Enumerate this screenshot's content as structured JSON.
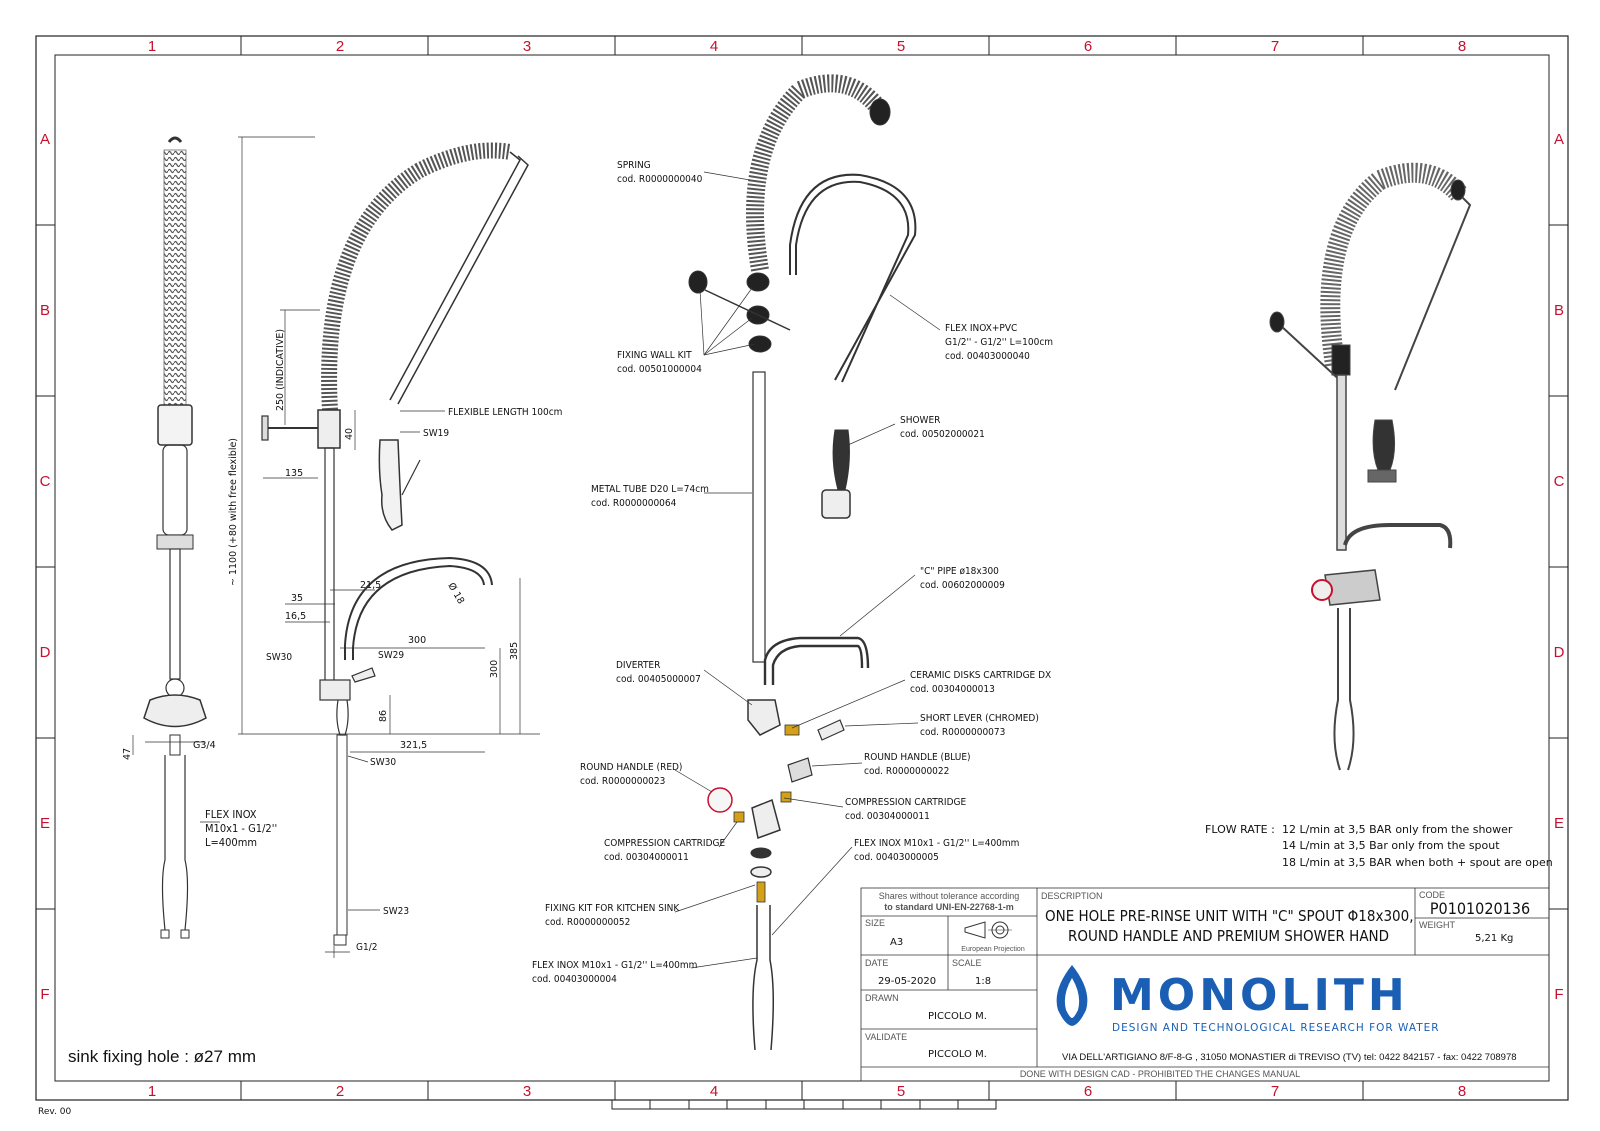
{
  "grid": {
    "columns": [
      "1",
      "2",
      "3",
      "4",
      "5",
      "6",
      "7",
      "8"
    ],
    "rows": [
      "A",
      "B",
      "C",
      "D",
      "E",
      "F"
    ]
  },
  "left_view": {
    "dims": {
      "g34": "G3/4",
      "d47": "47"
    },
    "flex_inox": [
      "FLEX INOX",
      "M10x1 - G1/2''",
      "L=400mm"
    ]
  },
  "center_view": {
    "height_label": "~ 1100 (+80 with free flexible)",
    "indicative": "250 (INDICATIVE)",
    "flexible_length": "FLEXIBLE LENGTH 100cm",
    "sw19": "SW19",
    "d40": "40",
    "d135": "135",
    "d215": "21,5",
    "d35": "35",
    "d165": "16,5",
    "d300a": "300",
    "d18": "Ø 18",
    "sw30a": "SW30",
    "sw29": "SW29",
    "d300b": "300",
    "d385": "385",
    "d86": "86",
    "d3215": "321,5",
    "sw30b": "SW30",
    "sw23": "SW23",
    "g12": "G1/2"
  },
  "parts": [
    {
      "name": "SPRING",
      "code": "cod. R0000000040"
    },
    {
      "name": "FIXING WALL KIT",
      "code": "cod. 00501000004"
    },
    {
      "name": "METAL TUBE D20 L=74cm",
      "code": "cod. R0000000064"
    },
    {
      "name": "FLEX INOX+PVC",
      "line2": "G1/2'' - G1/2'' L=100cm",
      "code": "cod. 00403000040"
    },
    {
      "name": "SHOWER",
      "code": "cod. 00502000021"
    },
    {
      "name": "\"C\" PIPE ø18x300",
      "code": "cod. 00602000009"
    },
    {
      "name": "DIVERTER",
      "code": "cod. 00405000007"
    },
    {
      "name": "CERAMIC DISKS CARTRIDGE DX",
      "code": "cod. 00304000013"
    },
    {
      "name": "SHORT LEVER (CHROMED)",
      "code": "cod. R0000000073"
    },
    {
      "name": "ROUND HANDLE (BLUE)",
      "code": "cod. R0000000022"
    },
    {
      "name": "ROUND HANDLE (RED)",
      "code": "cod. R0000000023"
    },
    {
      "name": "COMPRESSION CARTRIDGE",
      "code": "cod. 00304000011"
    },
    {
      "name": "COMPRESSION CARTRIDGE",
      "code": "cod. 00304000011"
    },
    {
      "name": "FLEX INOX M10x1 - G1/2'' L=400mm",
      "code": "cod. 00403000005"
    },
    {
      "name": "FIXING KIT FOR KITCHEN SINK",
      "code": "cod. R0000000052"
    },
    {
      "name": "FLEX INOX M10x1 - G1/2'' L=400mm",
      "code": "cod. 00403000004"
    }
  ],
  "flow_rate": {
    "label": "FLOW RATE :",
    "lines": [
      "12 L/min at 3,5 BAR only from the shower",
      "14 L/min at 3,5 Bar only from the spout",
      "18 L/min at 3,5 BAR when both + spout are open"
    ]
  },
  "sink_hole": "sink fixing hole : ø27 mm",
  "rev": "Rev. 00",
  "title_block": {
    "tolerance": [
      "Shares without tolerance according",
      "to standard  UNI-EN-22768-1-m"
    ],
    "description_label": "DESCRIPTION",
    "description": [
      "ONE HOLE PRE-RINSE UNIT WITH \"C\" SPOUT Φ18x300,",
      "ROUND HANDLE AND PREMIUM SHOWER HAND"
    ],
    "code_label": "CODE",
    "code": "P0101020136",
    "weight_label": "WEIGHT",
    "weight": "5,21 Kg",
    "size_label": "SIZE",
    "size": "A3",
    "projection": "European Projection",
    "date_label": "DATE",
    "date": "29-05-2020",
    "scale_label": "SCALE",
    "scale": "1:8",
    "drawn_label": "DRAWN",
    "drawn": "PICCOLO M.",
    "validate_label": "VALIDATE",
    "validate": "PICCOLO M.",
    "brand": "MONOLITH",
    "tagline": "DESIGN AND TECHNOLOGICAL RESEARCH FOR WATER",
    "address": "VIA DELL'ARTIGIANO 8/F-8-G , 31050 MONASTIER di TREVISO (TV) tel: 0422 842157 - fax: 0422 708978",
    "footer": "DONE WITH DESIGN CAD - PROHIBITED THE CHANGES MANUAL"
  },
  "colors": {
    "brand": "#1a5fb4",
    "grid_text": "#c8102e"
  }
}
